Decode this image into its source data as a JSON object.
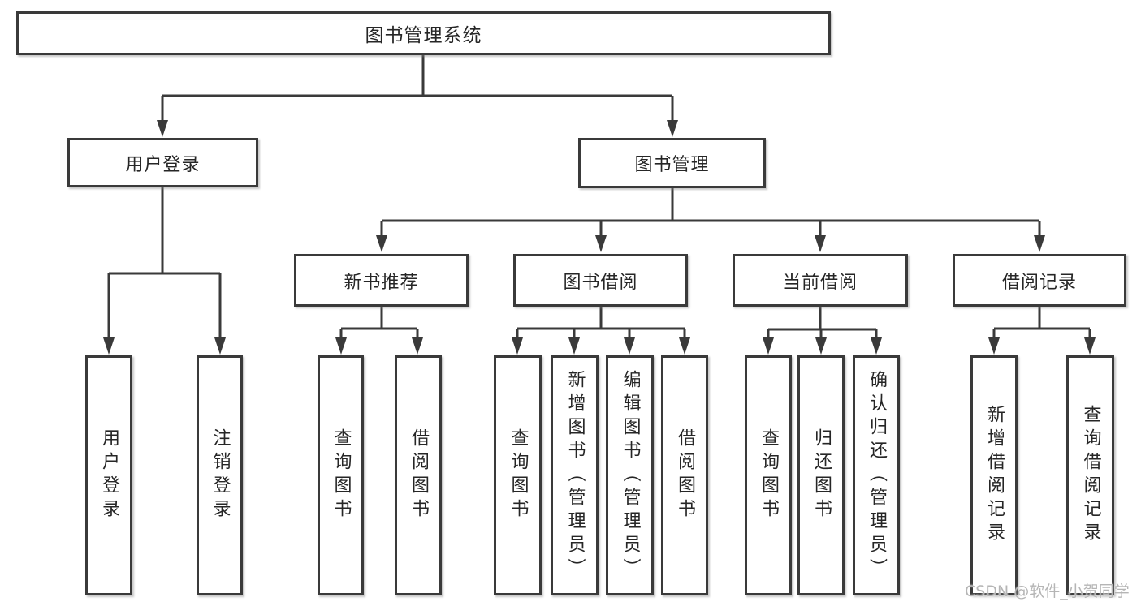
{
  "diagram": {
    "root": {
      "label": "图书管理系统"
    },
    "branches": [
      {
        "label": "用户登录",
        "children": [
          {
            "label": "用户登录"
          },
          {
            "label": "注销登录"
          }
        ]
      },
      {
        "label": "图书管理",
        "children": [
          {
            "label": "新书推荐",
            "children": [
              {
                "label": "查询图书"
              },
              {
                "label": "借阅图书"
              }
            ]
          },
          {
            "label": "图书借阅",
            "children": [
              {
                "label": "查询图书"
              },
              {
                "label": "新增图书（管理员）"
              },
              {
                "label": "编辑图书（管理员）"
              },
              {
                "label": "借阅图书"
              }
            ]
          },
          {
            "label": "当前借阅",
            "children": [
              {
                "label": "查询图书"
              },
              {
                "label": "归还图书"
              },
              {
                "label": "确认归还（管理员）"
              }
            ]
          },
          {
            "label": "借阅记录",
            "children": [
              {
                "label": "新增借阅记录"
              },
              {
                "label": "查询借阅记录"
              }
            ]
          }
        ]
      }
    ],
    "watermark": "CSDN @软件_小贺同学",
    "colors": {
      "border": "#3a3a3a",
      "line": "#3a3a3a",
      "text": "#262626",
      "watermark": "#b5b5b5",
      "background": "#ffffff"
    }
  }
}
